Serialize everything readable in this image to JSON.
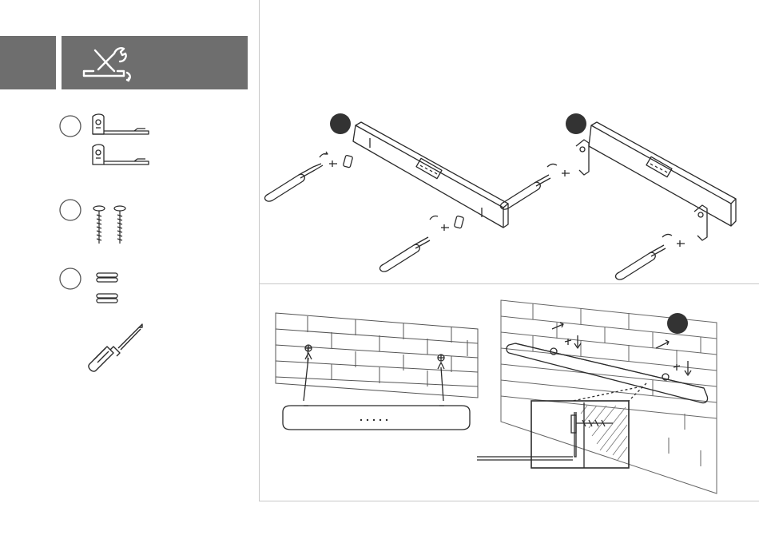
{
  "document": {
    "type": "installation-guide-page",
    "header": {
      "tab_icon": "tools-icon",
      "colors": {
        "header_bg": "#6e6e6e",
        "line": "#c8c8c8",
        "ink": "#2b2b2b",
        "step_badge": "#333333"
      }
    },
    "parts": [
      {
        "icon": "wall-bracket-icon",
        "count": 2
      },
      {
        "icon": "screw-icon",
        "count": 2
      },
      {
        "icon": "spacer-icon",
        "count": 2
      },
      {
        "icon": "screwdriver-icon",
        "count": 1
      }
    ],
    "steps": [
      {
        "panel": "remove-covers",
        "badge": "step-1"
      },
      {
        "panel": "attach-brackets",
        "badge": "step-2"
      },
      {
        "panel": "mark-wall",
        "badge": ""
      },
      {
        "panel": "hang-soundbar",
        "badge": "step-3"
      }
    ],
    "soundbar_button_dots": 5
  }
}
